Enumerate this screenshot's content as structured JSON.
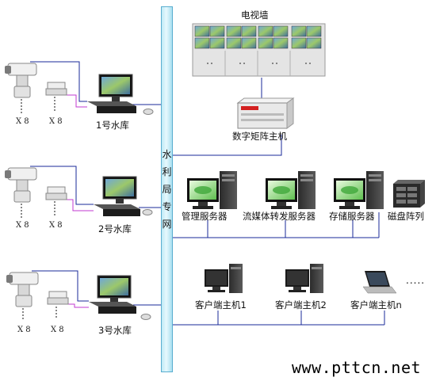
{
  "backbone": [
    "水",
    "利",
    "局",
    "专",
    "网"
  ],
  "video_wall": {
    "label": "电视墙"
  },
  "matrix_host": {
    "label": "数字矩阵主机"
  },
  "reservoirs": [
    {
      "label": "1号水库",
      "count_a": "X 8",
      "count_b": "X 8"
    },
    {
      "label": "2号水库",
      "count_a": "X 8",
      "count_b": "X 8"
    },
    {
      "label": "3号水库",
      "count_a": "X 8",
      "count_b": "X 8"
    }
  ],
  "servers": [
    {
      "label": "管理服务器"
    },
    {
      "label": "流媒体转发服务器"
    },
    {
      "label": "存储服务器"
    },
    {
      "label": "磁盘阵列"
    }
  ],
  "clients": [
    {
      "label": "客户端主机1"
    },
    {
      "label": "客户端主机2"
    },
    {
      "label": "客户端主机n"
    }
  ],
  "ellipsis": ".....",
  "watermark": "www.pttcn.net",
  "colors": {
    "lan": "#1a2a9a",
    "video": "#c23ad0",
    "backbone_fill": "#d8f3fb"
  }
}
